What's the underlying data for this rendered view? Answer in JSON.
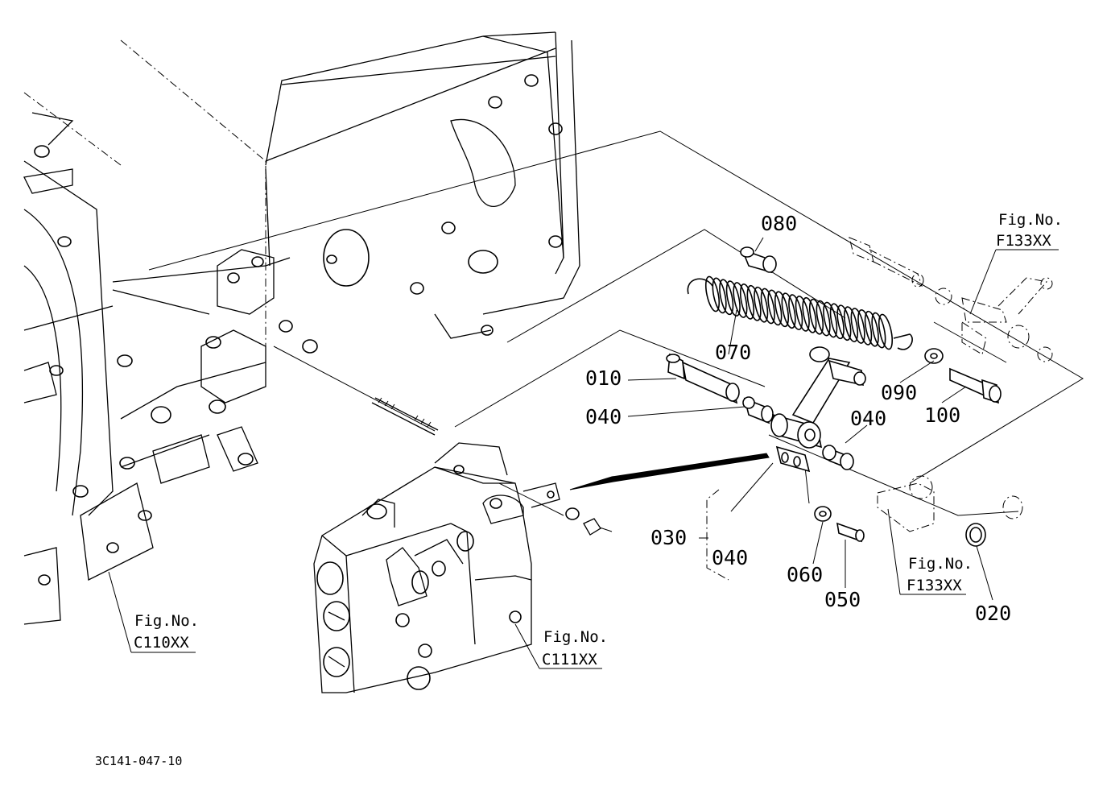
{
  "parts": {
    "p010": "010",
    "p020": "020",
    "p030": "030",
    "p040a": "040",
    "p040b": "040",
    "p040c": "040",
    "p050": "050",
    "p060": "060",
    "p070": "070",
    "p080": "080",
    "p090": "090",
    "p100": "100"
  },
  "refs": {
    "fig_label": "Fig.No.",
    "f133_top": "F133XX",
    "f133_bottom": "F133XX",
    "c110": "C110XX",
    "c111": "C111XX"
  },
  "drawing_number": "3C141-047-10"
}
